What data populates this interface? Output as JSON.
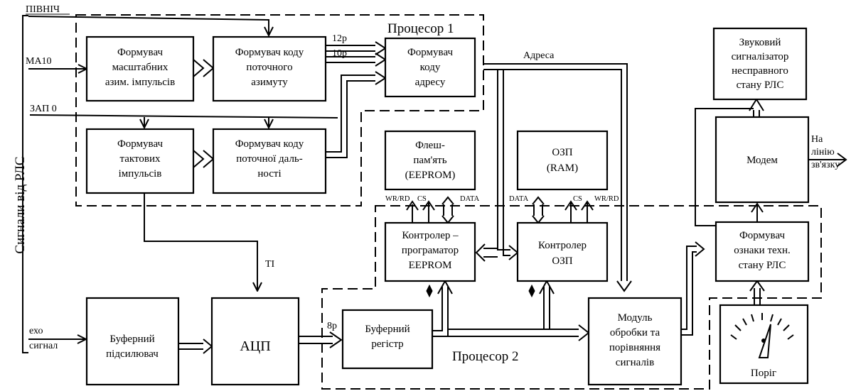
{
  "side_label": "Сигнали від РЛС",
  "inputs": {
    "north": "ПІВНІЧ",
    "ma10": "МА10",
    "zap0": "ЗАП 0",
    "echo_line1": "ехо",
    "echo_line2": "сигнал"
  },
  "regions": {
    "processor1": "Процесор 1",
    "processor2": "Процесор 2"
  },
  "blocks": {
    "azimuth_pulse_former": [
      "Формувач",
      "масштабних",
      "азим. імпульсів"
    ],
    "azimuth_code_former": [
      "Формувач коду",
      "поточного",
      "азимуту"
    ],
    "address_code_former": [
      "Формувач",
      "коду",
      "адресу"
    ],
    "clock_pulse_former": [
      "Формувач",
      "тактових",
      "імпульсів"
    ],
    "range_code_former": [
      "Формувач коду",
      "поточної даль-",
      "ності"
    ],
    "flash_memory": [
      "Флеш-",
      "пам'ять",
      "(EEPROM)"
    ],
    "ram": [
      "ОЗП",
      "(RAM)"
    ],
    "alarm": [
      "Звуковий",
      "сигналізатор",
      "несправного",
      "стану РЛС"
    ],
    "modem": [
      "Модем"
    ],
    "eeprom_controller": [
      "Контролер –",
      "програматор",
      "EEPROM"
    ],
    "ram_controller": [
      "Контролер",
      "ОЗП"
    ],
    "status_former": [
      "Формувач",
      "ознаки техн.",
      "стану РЛС"
    ],
    "buffer_amp": [
      "Буферний",
      "підсилювач"
    ],
    "adc": [
      "АЦП"
    ],
    "buffer_register": [
      "Буферний",
      "регістр"
    ],
    "processing_module": [
      "Модуль",
      "обробки та",
      "порівняння",
      "сигналів"
    ]
  },
  "threshold_label": "Поріг",
  "signals": {
    "bits_12": "12р",
    "bits_10": "10р",
    "address": "Адреса",
    "ti": "ТІ",
    "bits_8": "8р",
    "comm_line": [
      "На",
      "лінію",
      "зв'язку"
    ]
  },
  "pins": {
    "flash_wr": "WR/RD",
    "flash_cs": "CS",
    "flash_data": "DATA",
    "ram_data": "DATA",
    "ram_cs": "CS",
    "ram_wr": "WR/RD"
  }
}
